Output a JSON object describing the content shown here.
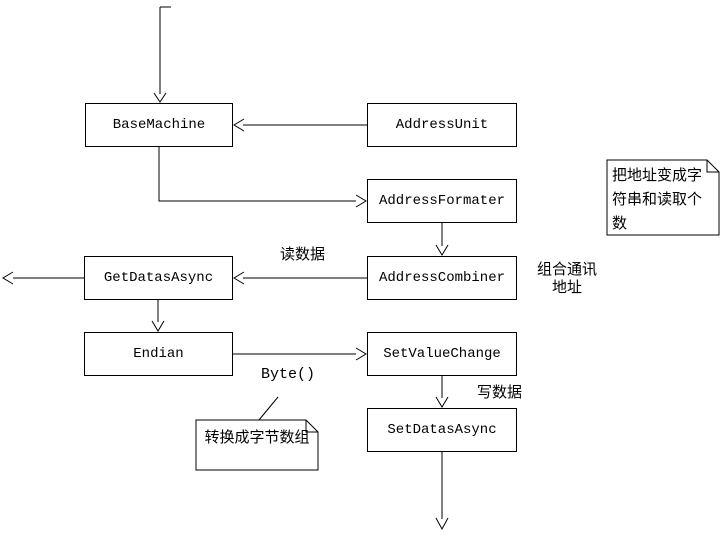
{
  "colors": {
    "line": "#000000",
    "background": "#ffffff",
    "node_fill": "#ffffff"
  },
  "nodes": {
    "base_machine": "BaseMachine",
    "address_unit": "AddressUnit",
    "address_formater": "AddressFormater",
    "get_datas_async": "GetDatasAsync",
    "address_combiner": "AddressCombiner",
    "endian": "Endian",
    "set_value_change": "SetValueChange",
    "set_datas_async": "SetDatasAsync"
  },
  "notes": {
    "address_note": "把地址变成字符串和读取个数",
    "byte_note": "转换成字节数组"
  },
  "edge_labels": {
    "read_data": "读数据",
    "combine_address": "组合通讯地址",
    "byte_call": "Byte()",
    "write_data": "写数据"
  },
  "edges": [
    {
      "from": "top",
      "to": "BaseMachine"
    },
    {
      "from": "AddressUnit",
      "to": "BaseMachine"
    },
    {
      "from": "BaseMachine",
      "to": "AddressFormater"
    },
    {
      "from": "AddressFormater",
      "to": "AddressCombiner"
    },
    {
      "from": "AddressCombiner",
      "to": "GetDatasAsync",
      "label": "读数据"
    },
    {
      "from": "GetDatasAsync",
      "to": "left-edge"
    },
    {
      "from": "GetDatasAsync",
      "to": "Endian"
    },
    {
      "from": "Endian",
      "to": "SetValueChange",
      "label": "Byte()"
    },
    {
      "from": "SetValueChange",
      "to": "SetDatasAsync",
      "label": "写数据"
    },
    {
      "from": "SetDatasAsync",
      "to": "bottom"
    }
  ]
}
